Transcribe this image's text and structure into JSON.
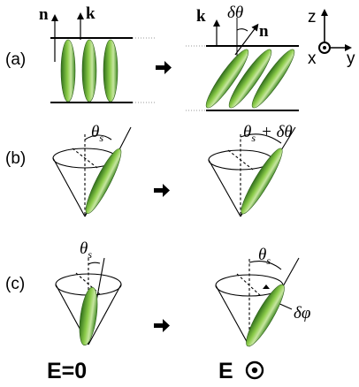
{
  "colors": {
    "ellipsoid_light": "#c7e6a0",
    "ellipsoid_mid": "#78c23c",
    "ellipsoid_dark": "#2f6e1a",
    "arrow": "#000000",
    "line": "#000000"
  },
  "panels": [
    {
      "id": "a",
      "label": "(a)"
    },
    {
      "id": "b",
      "label": "(b)"
    },
    {
      "id": "c",
      "label": "(c)"
    }
  ],
  "vectors": {
    "n": "n",
    "k": "k"
  },
  "angles": {
    "delta_theta": "δθ",
    "theta_s_main": "θ",
    "theta_s_sub": "s",
    "theta_s_plus": "+ δθ",
    "delta_phi": "δφ"
  },
  "axes": {
    "z": "z",
    "x": "x",
    "y": "y"
  },
  "bottom": {
    "left_label": "E=0",
    "right_label": "E"
  }
}
